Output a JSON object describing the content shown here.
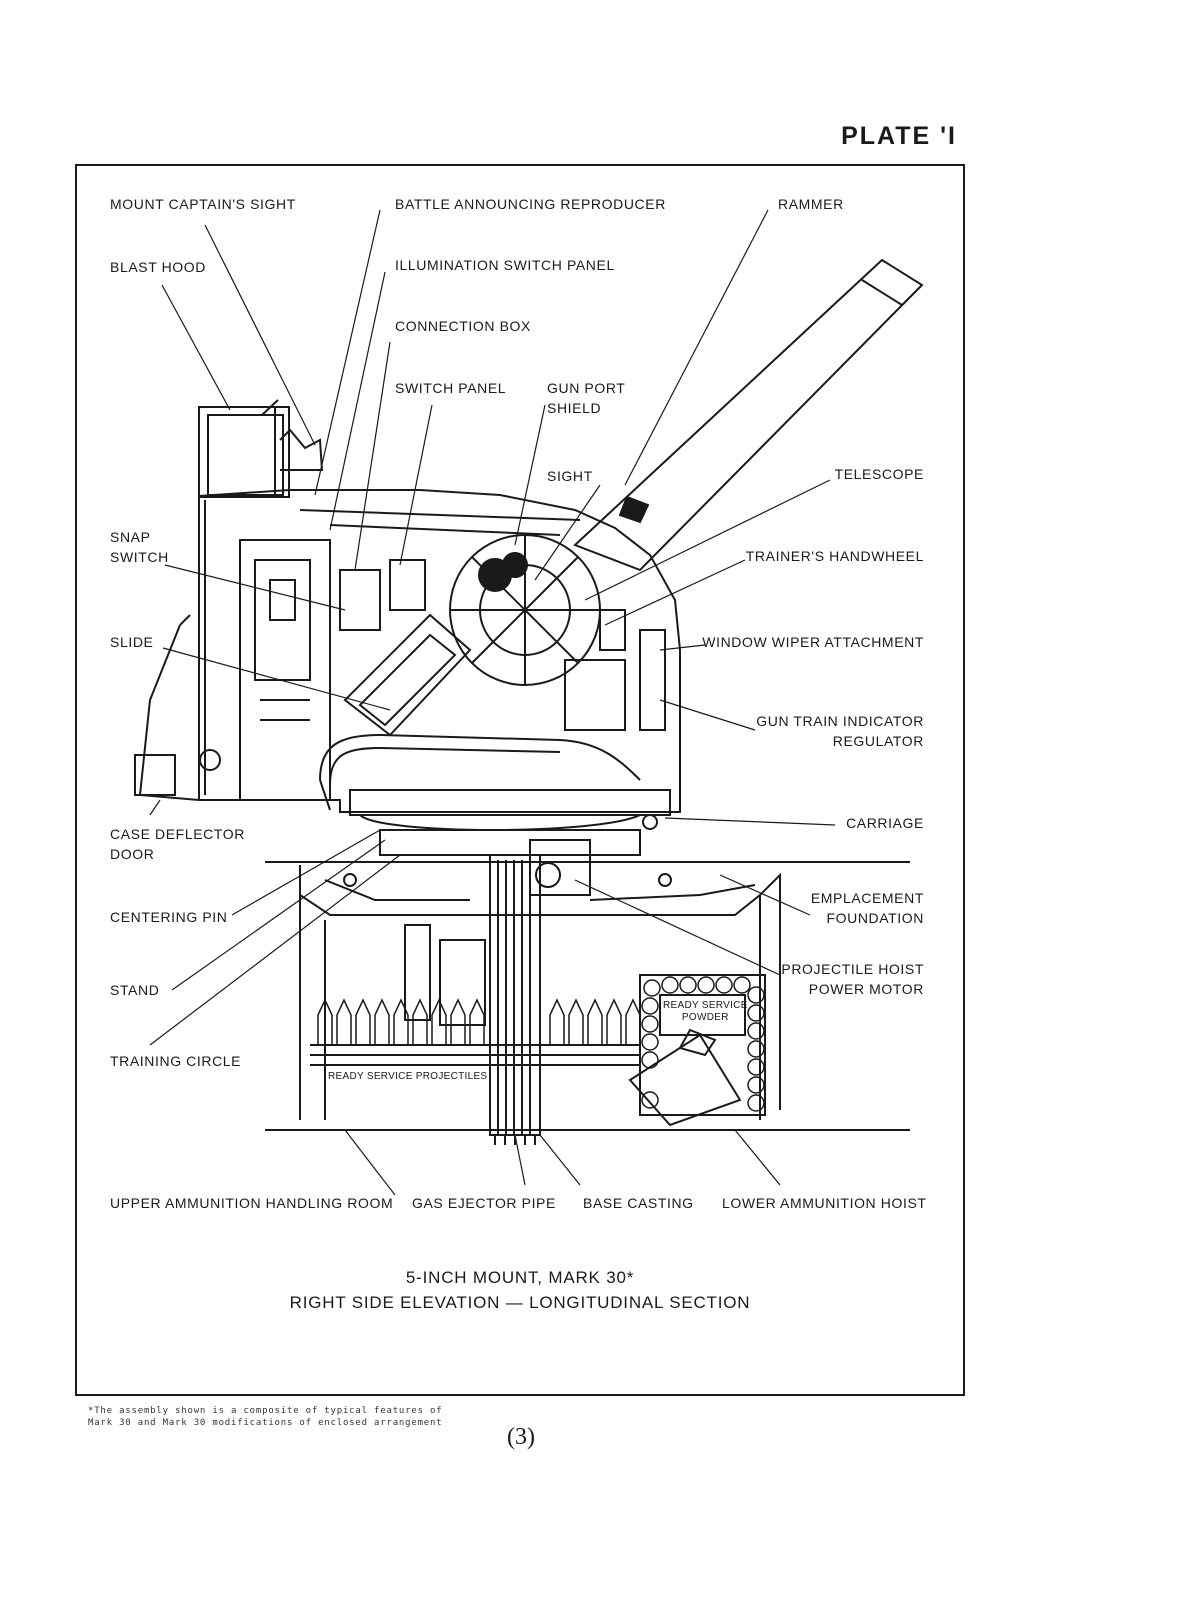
{
  "plate": "PLATE 'I",
  "labels": {
    "mount_captains_sight": "MOUNT CAPTAIN'S SIGHT",
    "battle_announcing_reproducer": "BATTLE ANNOUNCING REPRODUCER",
    "rammer": "RAMMER",
    "blast_hood": "BLAST HOOD",
    "illumination_switch_panel": "ILLUMINATION SWITCH PANEL",
    "connection_box": "CONNECTION BOX",
    "switch_panel": "SWITCH PANEL",
    "gun_port_shield_1": "GUN PORT",
    "gun_port_shield_2": "SHIELD",
    "sight": "SIGHT",
    "telescope": "TELESCOPE",
    "snap_switch_1": "SNAP",
    "snap_switch_2": "SWITCH",
    "trainers_handwheel": "TRAINER'S HANDWHEEL",
    "slide": "SLIDE",
    "window_wiper_attachment": "WINDOW WIPER ATTACHMENT",
    "gun_train_indicator_1": "GUN TRAIN INDICATOR",
    "gun_train_indicator_2": "REGULATOR",
    "carriage": "CARRIAGE",
    "case_deflector_door_1": "CASE DEFLECTOR",
    "case_deflector_door_2": "DOOR",
    "emplacement_foundation_1": "EMPLACEMENT",
    "emplacement_foundation_2": "FOUNDATION",
    "centering_pin": "CENTERING PIN",
    "projectile_hoist_1": "PROJECTILE HOIST",
    "projectile_hoist_2": "POWER MOTOR",
    "stand": "STAND",
    "training_circle": "TRAINING CIRCLE",
    "ready_service_powder_1": "READY SERVICE",
    "ready_service_powder_2": "POWDER",
    "ready_service_projectiles": "READY SERVICE PROJECTILES",
    "upper_ammunition_handling_room": "UPPER AMMUNITION HANDLING ROOM",
    "gas_ejector_pipe": "GAS EJECTOR PIPE",
    "base_casting": "BASE CASTING",
    "lower_ammunition_hoist": "LOWER AMMUNITION HOIST"
  },
  "caption": {
    "line1": "5-INCH MOUNT, MARK 30*",
    "line2": "RIGHT SIDE ELEVATION — LONGITUDINAL SECTION"
  },
  "footnote": {
    "line1": "*The assembly shown is a composite of typical features of",
    "line2": "Mark 30 and Mark 30 modifications of enclosed arrangement"
  },
  "page_number": "(3)"
}
